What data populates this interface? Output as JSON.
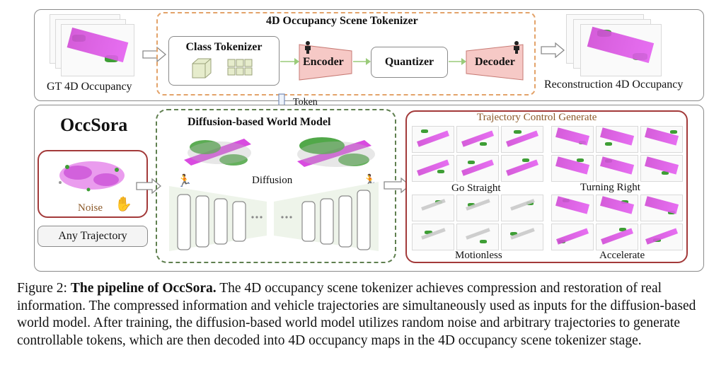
{
  "top": {
    "gt_label": "GT 4D Occupancy",
    "tokenizer_title": "4D Occupancy Scene Tokenizer",
    "class_tokenizer": "Class Tokenizer",
    "encoder": "Encoder",
    "quantizer": "Quantizer",
    "decoder": "Decoder",
    "recon_label": "Reconstruction 4D Occupancy",
    "token_label": "Token"
  },
  "bottom": {
    "title": "OccSora",
    "noise_label": "Noise",
    "any_traj": "Any Trajectory",
    "wm_title": "Diffusion-based World Model",
    "diffusion_label": "Diffusion",
    "traj_title": "Trajectory Control Generate",
    "go_straight": "Go Straight",
    "turning_right": "Turning Right",
    "motionless": "Motionless",
    "accelerate": "Accelerate"
  },
  "caption": {
    "prefix": "Figure 2: ",
    "bold": "The pipeline of OccSora.",
    "body": " The 4D occupancy scene tokenizer achieves compression and restoration of real information. The compressed information and vehicle trajectories are simultaneously used as inputs for the diffusion-based world model. After training, the diffusion-based world model utilizes random noise and arbitrary trajectories to generate controllable tokens, which are then decoded into 4D occupancy maps in the 4D occupancy scene tokenizer stage."
  },
  "colors": {
    "magenta": "#d94be0",
    "green": "#3e9e35",
    "pink_block": "#f6c9c6",
    "red_border": "#a33a3a",
    "orange_dash": "#e3a36a",
    "green_dash": "#5f7f4f",
    "traj_title": "#8c5a2a"
  }
}
